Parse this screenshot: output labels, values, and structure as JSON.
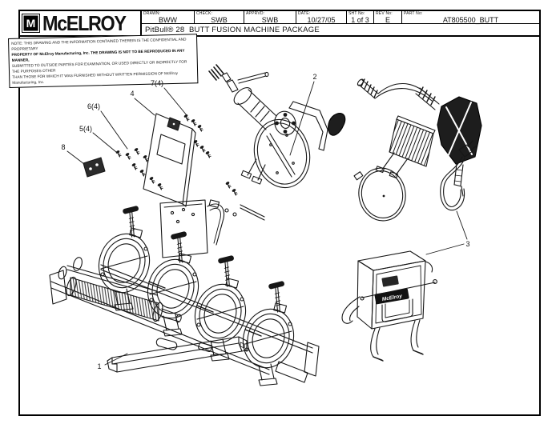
{
  "logo": {
    "mark": "M",
    "name": "McELROY"
  },
  "title_block": {
    "fields": {
      "drawn": {
        "label": "DRAWN:",
        "value": "BWW"
      },
      "check": {
        "label": "CHECK:",
        "value": "SWB"
      },
      "approved": {
        "label": "APPRVD:",
        "value": "SWB"
      },
      "date": {
        "label": "DATE:",
        "value": "10/27/05"
      },
      "sheet_no": {
        "label": "SHT No:",
        "value": "1 of 3"
      },
      "rev_no": {
        "label": "REV No:",
        "value": "E"
      },
      "part_no": {
        "label": "PART No:",
        "value": "AT805500_BUTT"
      }
    },
    "drawing_title": "PitBull® 28  BUTT FUSION MACHINE PACKAGE"
  },
  "note": {
    "line1": "NOTE: THIS DRAWING AND THE INFORMATION CONTAINED THEREIN IS THE CONFIDENTIAL AND PROPRIETARY",
    "line2": "PROPERTY OF McElroy Manufacturing, Inc. THE DRAWING IS NOT TO BE REPRODUCED IN ANY MANNER,",
    "line3": "SUBMITTED TO OUTSIDE PARTIES FOR EXAMINATION, OR USED DIRECTLY OR INDIRECTLY FOR THE PURPOSES OTHER",
    "line4": "THAN THOSE FOR WHICH IT WAS FURNISHED WITHOUT WRITTEN PERMISSION OF McElroy Manufacturing, Inc."
  },
  "callouts": {
    "item1": "1",
    "item2": "2",
    "item3": "3",
    "item4": "4",
    "item5": "5(4)",
    "item6": "6(4)",
    "item7": "7(4)",
    "item8": "8"
  },
  "stand_label": "McElroy"
}
